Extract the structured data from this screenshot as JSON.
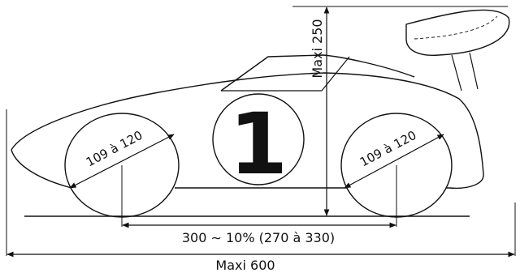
{
  "labels": {
    "front_wheel_diameter": "109 à 120",
    "rear_wheel_diameter": "109 à 120",
    "car_number": "1",
    "max_height": "Maxi 250",
    "wheelbase": "300 ∼ 10% (270 à 330)",
    "max_length": "Maxi 600"
  }
}
